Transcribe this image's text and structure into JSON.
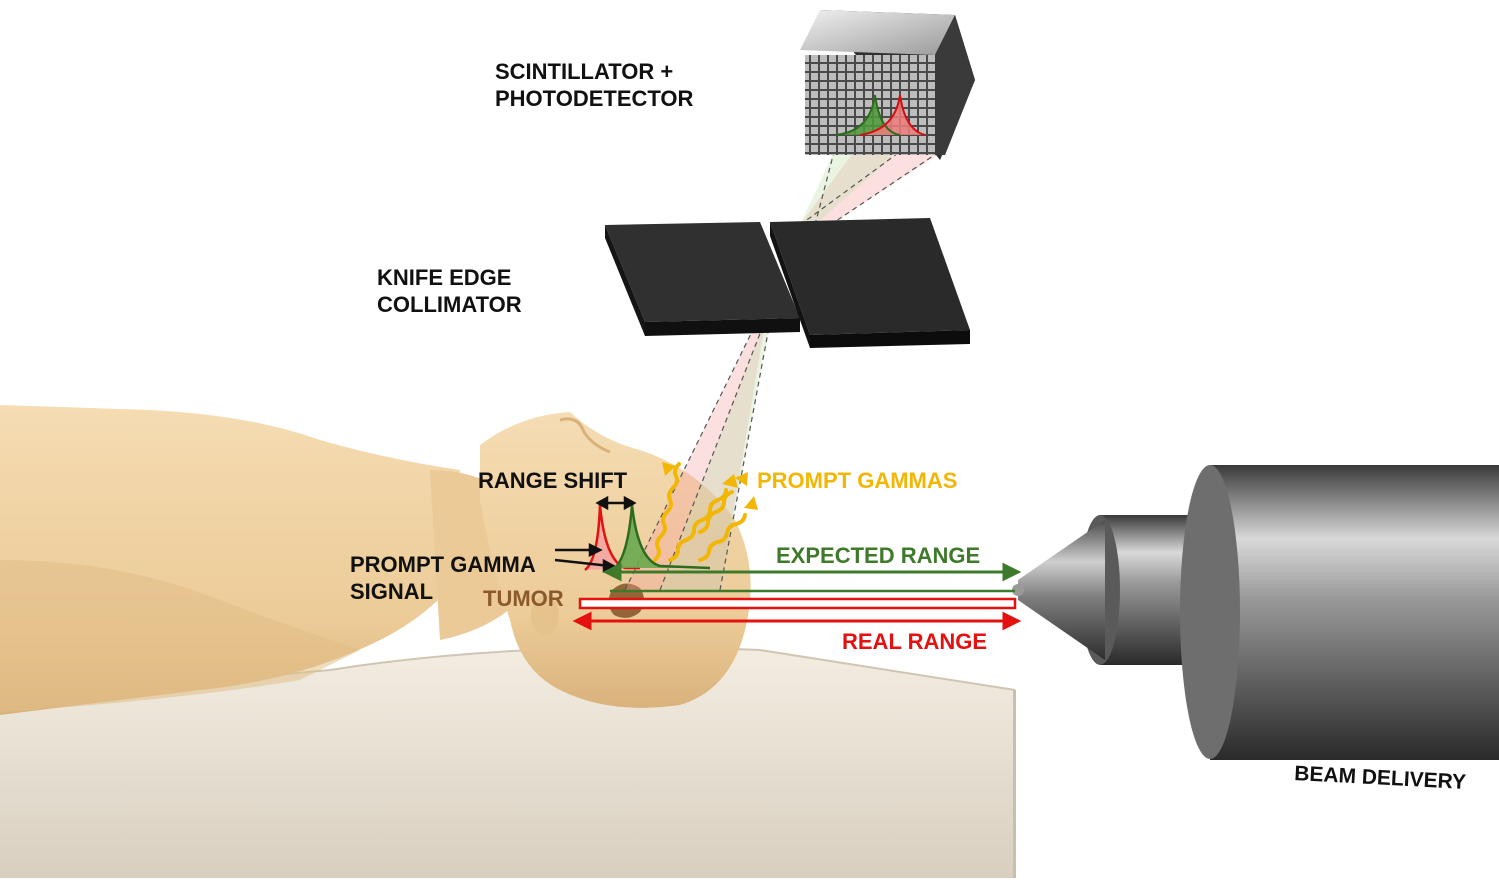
{
  "labels": {
    "scintillator_line1": "SCINTILLATOR +",
    "scintillator_line2": "PHOTODETECTOR",
    "collimator_line1": "KNIFE EDGE",
    "collimator_line2": "COLLIMATOR",
    "range_shift": "RANGE SHIFT",
    "prompt_gammas": "PROMPT GAMMAS",
    "prompt_gamma_signal_line1": "PROMPT GAMMA",
    "prompt_gamma_signal_line2": "SIGNAL",
    "expected_range": "EXPECTED RANGE",
    "tumor": "TUMOR",
    "real_range": "REAL RANGE",
    "beam_delivery": "BEAM DELIVERY"
  },
  "colors": {
    "text": "#111111",
    "prompt_gammas": "#f2b705",
    "expected_range": "#3f7a2a",
    "real_range": "#e3110f",
    "tumor": "#8a5a2b",
    "skin": "#f0d1a4",
    "cushion": "#ece4d6",
    "collimator": "#1b1b1b",
    "nozzle": "#8a8a8a"
  }
}
